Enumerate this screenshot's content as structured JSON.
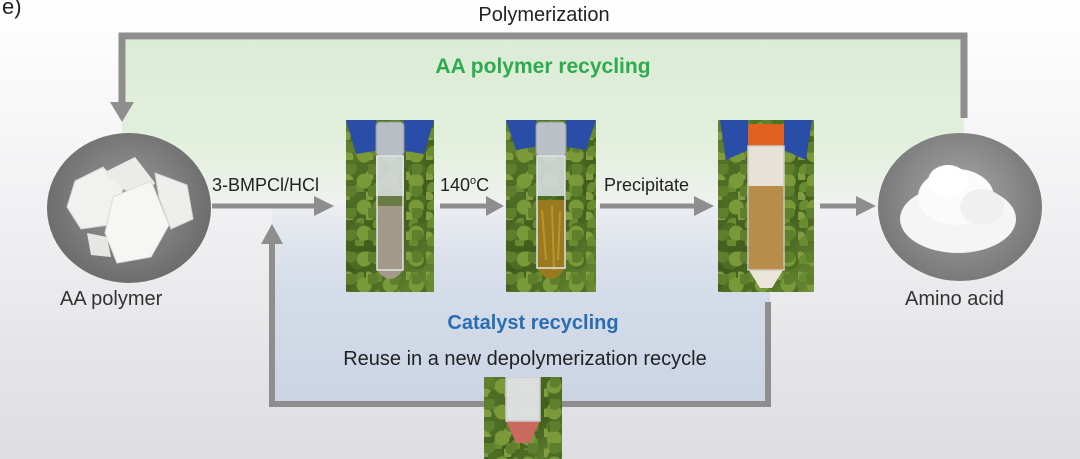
{
  "panel_label": "e)",
  "polymerization_label": "Polymerization",
  "aa_polymer_recycling_title": "AA polymer recycling",
  "catalyst_recycling_title": "Catalyst recycling",
  "reuse_label": "Reuse in a new depolymerization recycle",
  "steps": {
    "reagent": "3-BMPCl/HCl",
    "temp_value": "140",
    "temp_sup": "o",
    "temp_unit": "C",
    "precipitate": "Precipitate"
  },
  "captions": {
    "start": "AA polymer",
    "end": "Amino acid"
  },
  "colors": {
    "green_band": "#dcebd4",
    "blue_band": "#d3dbe8",
    "arrow_gray": "#8e8e8e",
    "green_text": "#2eaa4f",
    "blue_text": "#2a6db3"
  }
}
